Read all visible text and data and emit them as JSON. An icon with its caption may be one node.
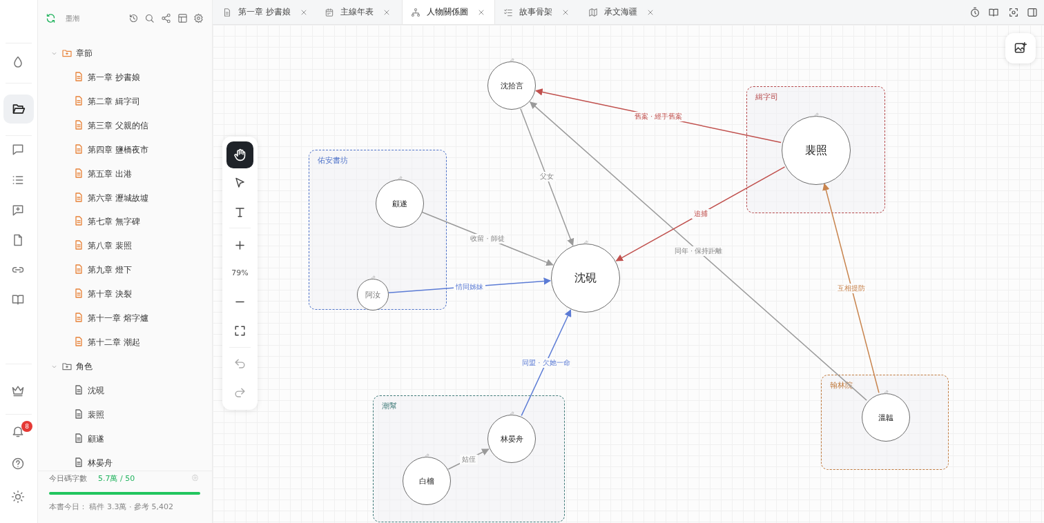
{
  "diagram": {
    "nodes": [
      {
        "text": [
          "沈拾言"
        ]
      },
      {
        "text": [
          "緝字司"
        ]
      },
      {
        "text": [
          "裴照"
        ],
        "in": 1
      },
      {
        "text": [
          "佑安書坊"
        ]
      },
      {
        "text": [
          "顧遂"
        ],
        "in": 3
      },
      {
        "text": [
          "阿汝"
        ],
        "in": 3
      },
      {
        "text": [
          "沈硯"
        ]
      },
      {
        "text": [
          "翰林院"
        ]
      },
      {
        "text": [
          "溫韞"
        ],
        "in": 7
      },
      {
        "text": [
          "潮幫"
        ]
      },
      {
        "text": [
          "林晏舟"
        ],
        "in": 9
      },
      {
        "text": [
          "白檣"
        ],
        "in": 9
      }
    ],
    "edges": [
      {
        "from": 2,
        "to": 0,
        "arrow": "to",
        "label": "舊案 · 經手舊案",
        "color": "#c0504d"
      },
      {
        "from": 0,
        "to": 6,
        "arrow": "to",
        "label": "父女"
      },
      {
        "from": 8,
        "to": 0,
        "arrow": "to",
        "label": "同年 · 保持距離"
      },
      {
        "from": 2,
        "to": 6,
        "arrow": "to",
        "label": "追捕",
        "color": "#c0504d"
      },
      {
        "from": 4,
        "to": 6,
        "arrow": "to",
        "label": "收留 · 師徒"
      },
      {
        "from": 5,
        "to": 6,
        "arrow": "to",
        "label": "情同姊妹",
        "color": "#5b7bd5"
      },
      {
        "from": 10,
        "to": 6,
        "arrow": "to",
        "label": "同盟 · 欠她一命",
        "color": "#5b7bd5"
      },
      {
        "from": 8,
        "to": 2,
        "arrow": "to",
        "label": "互相提防",
        "color": "#c8844e"
      },
      {
        "from": 11,
        "to": 10,
        "arrow": "to",
        "label": "姑侄"
      }
    ],
    "labels": [
      "墨潮",
      "章節",
      "第一章 抄書娘",
      "第二章 緝字司",
      "第三章 父親的信",
      "第四章 鹽橋夜市",
      "第五章 出港",
      "第六章 瀝城故墟",
      "第七章 無字碑",
      "第八章 裴照",
      "第九章 燈下",
      "第十章 決裂",
      "第十一章 熔字爐",
      "第十二章 潮起",
      "角色",
      "沈硯",
      "裴照",
      "顧遂",
      "林晏舟",
      "今日碼字數",
      "5.7萬 / 50",
      "本書今日： 稿件 3.3萬 · 參考 5,402",
      "第一章 抄書娘",
      "主線年表",
      "人物關係圖",
      "故事骨架",
      "承文海疆",
      "79%",
      "8"
    ]
  }
}
